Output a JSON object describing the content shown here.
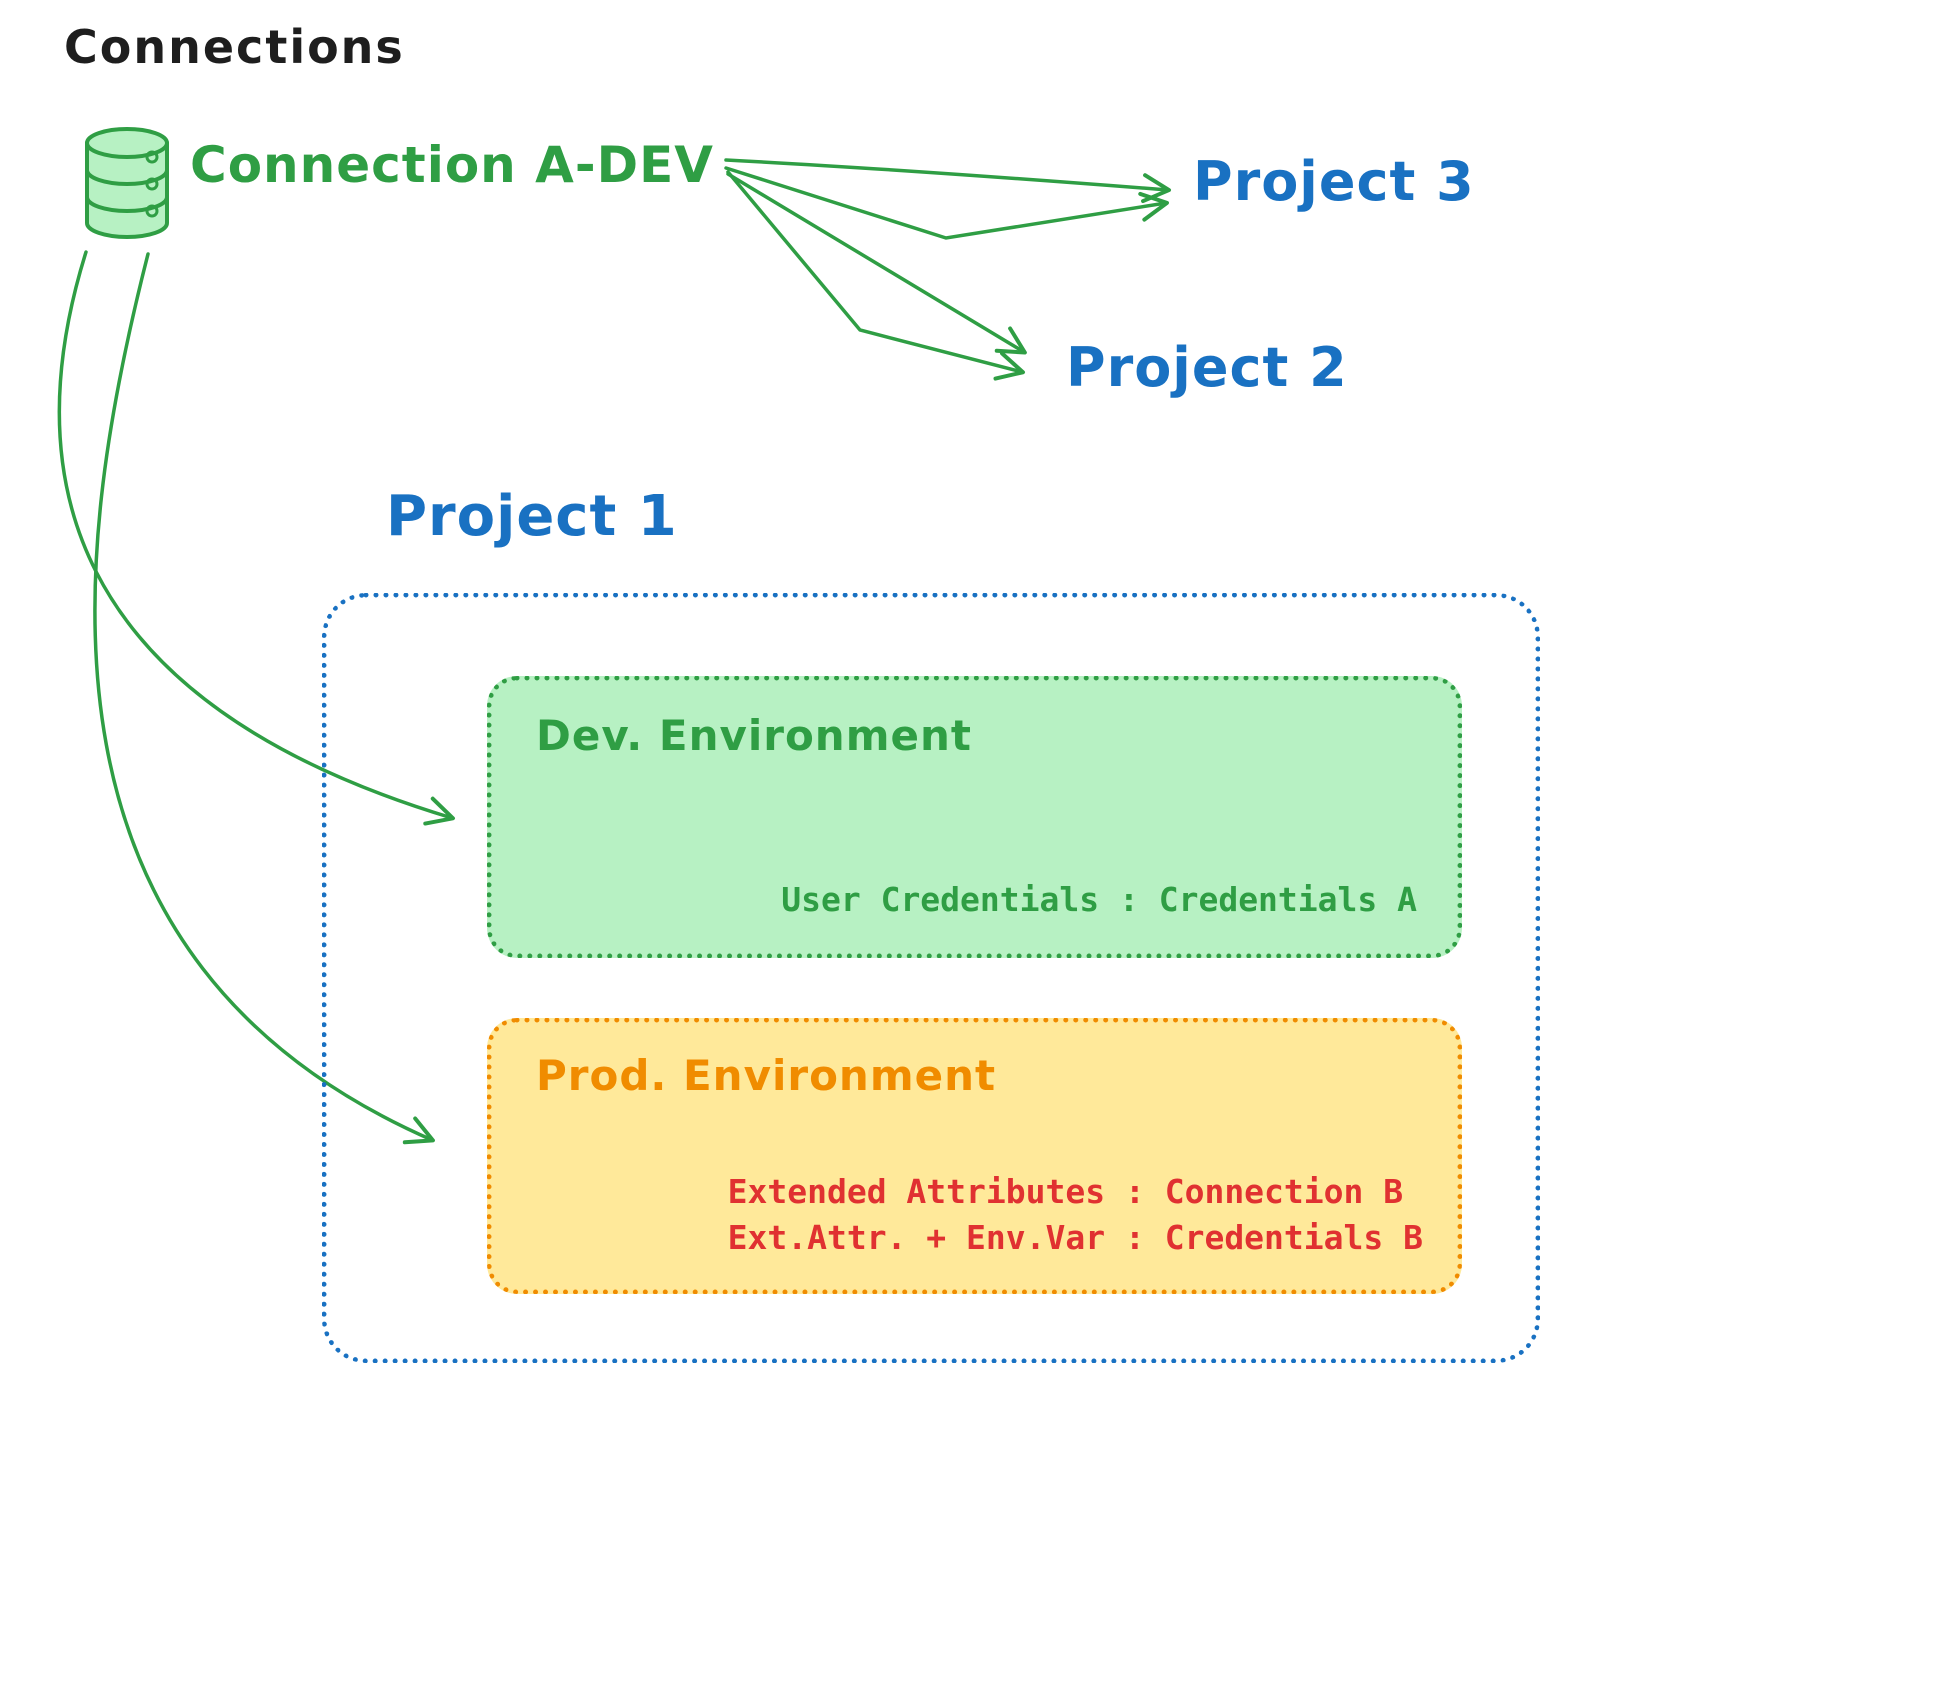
{
  "title": "Connections",
  "connection": {
    "label": "Connection A-DEV"
  },
  "projects": {
    "p1": "Project 1",
    "p2": "Project 2",
    "p3": "Project 3"
  },
  "dev_env": {
    "label": "Dev. Environment",
    "credentials": "User Credentials : Credentials A"
  },
  "prod_env": {
    "label": "Prod. Environment",
    "line1": "Extended Attributes : Connection B",
    "line2": "Ext.Attr. + Env.Var : Credentials B"
  },
  "icons": {
    "database": "database-cylinder-icon"
  },
  "colors": {
    "green": "#2f9e44",
    "green_fill": "#b7f1c3",
    "blue": "#1971c2",
    "orange": "#f08c00",
    "orange_fill": "#ffe99a",
    "red": "#e03131",
    "black": "#1e1e1e"
  }
}
